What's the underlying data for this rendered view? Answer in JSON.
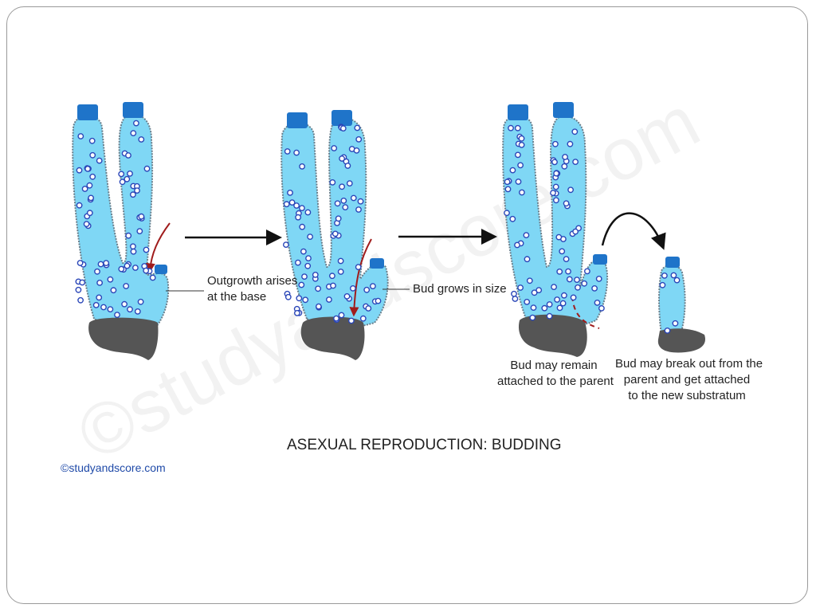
{
  "diagram": {
    "title": "ASEXUAL REPRODUCTION: BUDDING",
    "credit": "©studyandscore.com",
    "watermark": "©studyandscore.com",
    "labels": {
      "outgrowth": [
        "Outgrowth arises",
        "at the base"
      ],
      "bud_grows": "Bud grows in size",
      "remain": [
        "Bud may remain",
        "attached to the parent"
      ],
      "break_out": [
        "Bud may break out from the",
        "parent and get attached",
        "to the new substratum"
      ]
    },
    "colors": {
      "body": "#7fd7f5",
      "outline": "#6a7f8c",
      "tentacle_tip": "#1f74c9",
      "cell_ring": "#2a46b8",
      "base_rock": "#555555",
      "growth_arrow": "#a01c1c",
      "arrow": "#111111",
      "credit_text": "#1f4aa8"
    }
  }
}
